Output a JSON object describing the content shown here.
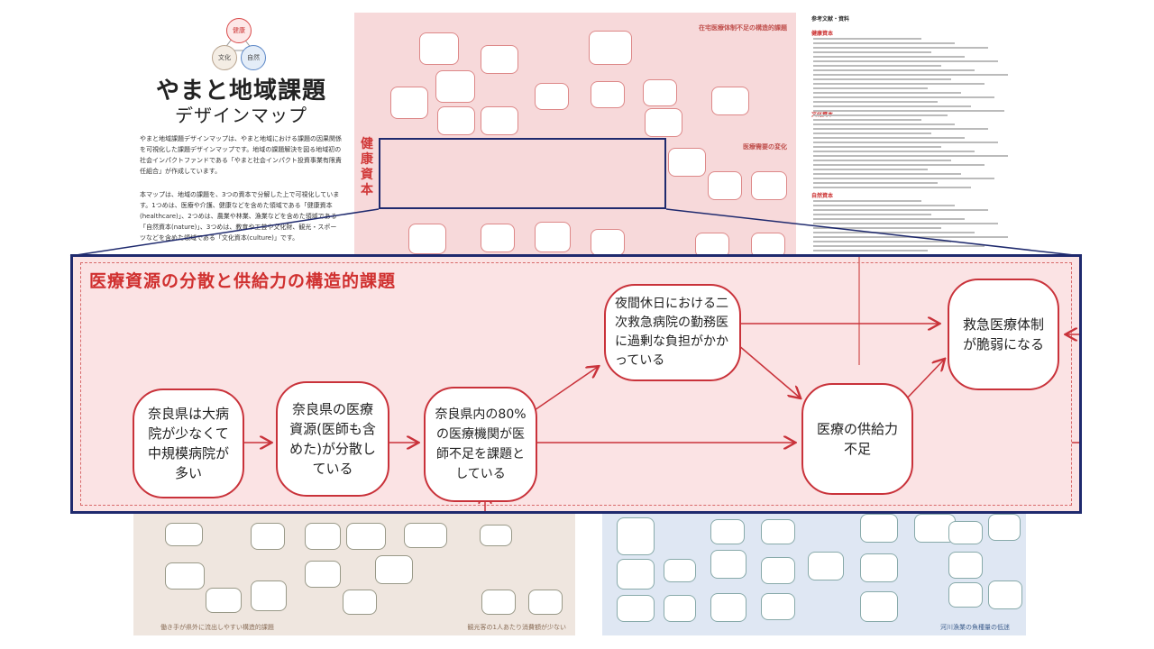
{
  "intro": {
    "circles": {
      "health": "健康",
      "culture": "文化",
      "nature": "自然"
    },
    "title_line1": "やまと地域課題",
    "title_line2": "デザインマップ",
    "para1": "やまと地域課題デザインマップは、やまと地域における課題の因果関係を可視化した課題デザインマップです。地域の課題解決を図る地域初の社会インパクトファンドである「やまと社会インパクト投資事業有限責任組合」が作成しています。",
    "para2": "本マップは、地域の課題を、3つの資本で分解した上で可視化しています。1つめは、医療や介護、健康などを含めた領域である「健康資本(healthcare)」、2つめは、農業や林業、漁業などを含めた領域である「自然資本(nature)」、3つめは、教育や工芸や文化財、観光・スポーツなどを含めた領域である「文化資本(culture)」です。"
  },
  "map": {
    "vertical_label": "健康資本",
    "top_section_title": "在宅医療体制不足の構造的課題",
    "mid_section_title": "医療資源の分散と供給力の構造的課題",
    "right_section_title": "医療需要の変化",
    "bottom_left_caption": "働き手が県外に流出しやすい構造的課題",
    "bottom_left_caption2": "観光客の1人あたり消費額が少ない",
    "bottom_right_caption": "河川漁業の魚種量の低迷"
  },
  "refs": {
    "heading": "参考文献・資料",
    "sections": [
      "健康資本",
      "文化資本",
      "自然資本"
    ]
  },
  "zoom": {
    "title": "医療資源の分散と供給力の構造的課題",
    "nodes": {
      "n1": "奈良県は大病院が少なくて中規模病院が多い",
      "n2": "奈良県の医療資源(医師も含めた)が分散している",
      "n3": "奈良県内の80%の医療機関が医師不足を課題としている",
      "n4": "夜間休日における二次救急病院の勤務医に過剰な負担がかかっている",
      "n5": "医療の供給力不足",
      "n6": "救急医療体制が脆弱になる"
    }
  },
  "colors": {
    "accent_red": "#c9323a",
    "zoom_border": "#1f2a6e",
    "panel_pink": "#fbe3e4"
  }
}
